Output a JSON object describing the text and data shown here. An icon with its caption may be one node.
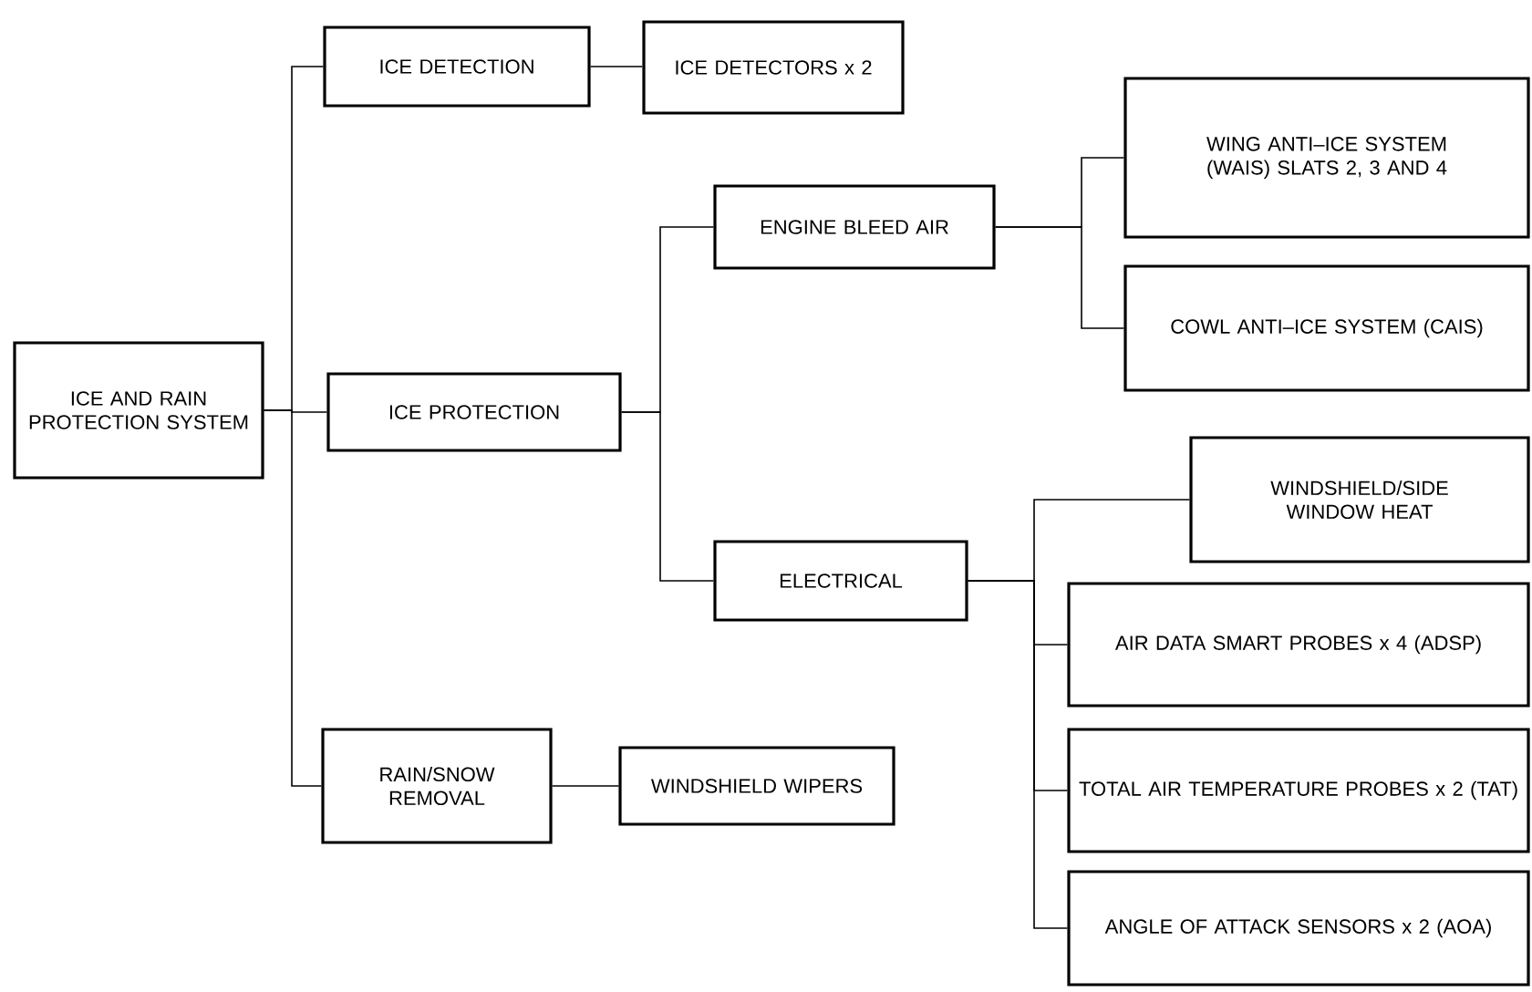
{
  "diagram": {
    "nodes": [
      {
        "text": [
          "ICE AND RAIN PROTECTION SYSTEM"
        ]
      },
      {
        "text": [
          "ICE DETECTION"
        ]
      },
      {
        "text": [
          "ICE DETECTORS x 2"
        ]
      },
      {
        "text": [
          "ICE PROTECTION"
        ]
      },
      {
        "text": [
          "ENGINE BLEED AIR"
        ]
      },
      {
        "text": [
          "WING ANTI–ICE SYSTEM (WAIS) SLATS 2, 3 AND 4"
        ]
      },
      {
        "text": [
          "COWL ANTI–ICE SYSTEM (CAIS)"
        ]
      },
      {
        "text": [
          "ELECTRICAL"
        ]
      },
      {
        "text": [
          "WINDSHIELD/SIDE WINDOW HEAT"
        ]
      },
      {
        "text": [
          "AIR DATA SMART PROBES x 4 (ADSP)"
        ]
      },
      {
        "text": [
          "TOTAL AIR TEMPERATURE PROBES x 2 (TAT)"
        ]
      },
      {
        "text": [
          "ANGLE OF ATTACK SENSORS x 2 (AOA)"
        ]
      },
      {
        "text": [
          "RAIN/SNOW REMOVAL"
        ]
      },
      {
        "text": [
          "WINDSHIELD WIPERS"
        ]
      }
    ],
    "edges": [
      {
        "from": 0,
        "to": 1,
        "arrow": "none"
      },
      {
        "from": 0,
        "to": 3,
        "arrow": "none"
      },
      {
        "from": 0,
        "to": 12,
        "arrow": "none"
      },
      {
        "from": 1,
        "to": 2,
        "arrow": "none"
      },
      {
        "from": 3,
        "to": 4,
        "arrow": "none"
      },
      {
        "from": 3,
        "to": 7,
        "arrow": "none"
      },
      {
        "from": 4,
        "to": 5,
        "arrow": "none"
      },
      {
        "from": 4,
        "to": 6,
        "arrow": "none"
      },
      {
        "from": 7,
        "to": 8,
        "arrow": "none"
      },
      {
        "from": 7,
        "to": 9,
        "arrow": "none"
      },
      {
        "from": 7,
        "to": 10,
        "arrow": "none"
      },
      {
        "from": 7,
        "to": 11,
        "arrow": "none"
      },
      {
        "from": 12,
        "to": 13,
        "arrow": "none"
      }
    ]
  }
}
